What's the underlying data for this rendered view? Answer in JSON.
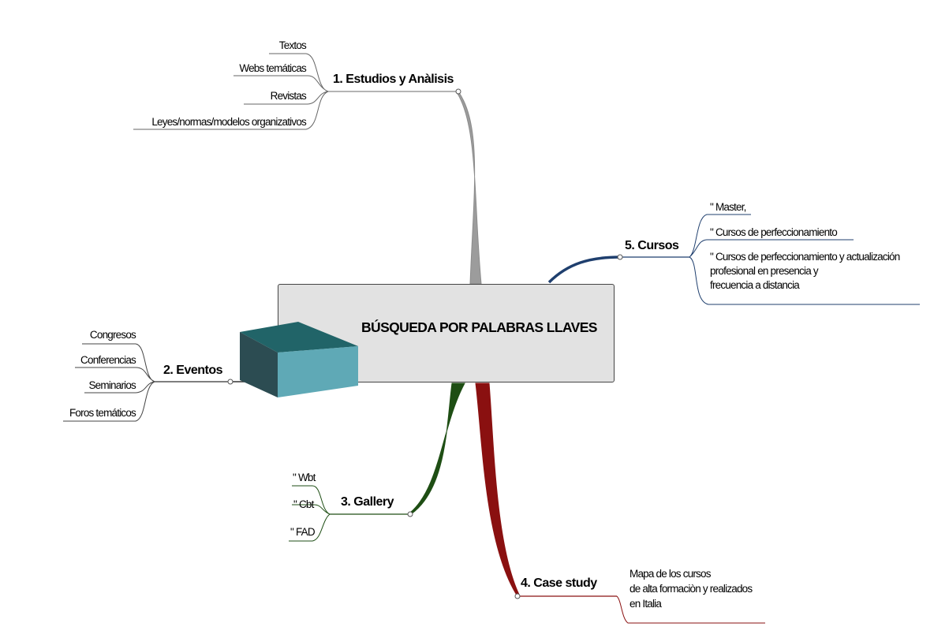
{
  "central_topic": "BÚSQUEDA POR PALABRAS LLAVES",
  "branches": {
    "estudios": {
      "label": "1.  Estudios y Anàlisis",
      "items": [
        "Textos",
        "Webs temáticas",
        "Revistas",
        "Leyes/normas/modelos organizativos"
      ],
      "color": "#9c9c9c"
    },
    "eventos": {
      "label": "2. Eventos",
      "items": [
        "Congresos",
        "Conferencias",
        "Seminarios",
        "Foros temáticos"
      ],
      "color": "#333333"
    },
    "gallery": {
      "label": "3.   Gallery",
      "items": [
        "\" Wbt",
        "\" Cbt",
        "\" FAD"
      ],
      "color": "#1e4e14"
    },
    "case_study": {
      "label": "4.   Case study",
      "items": [
        "Mapa de los cursos",
        "de alta formaciòn y realizados",
        " en Italia"
      ],
      "color": "#8a1010"
    },
    "cursos": {
      "label": "5.   Cursos",
      "items": [
        "\" Master,",
        "\" Cursos de perfeccionamiento",
        "\" Cursos de perfeccionamiento y actualización",
        "profesional en presencia y",
        "frecuencia a distancia"
      ],
      "color": "#1f3f6e"
    }
  },
  "colors": {
    "central_fill": "#e2e2e2",
    "box_front": "#5fa9b6",
    "box_top": "#216468",
    "box_side": "#2c4c52"
  }
}
